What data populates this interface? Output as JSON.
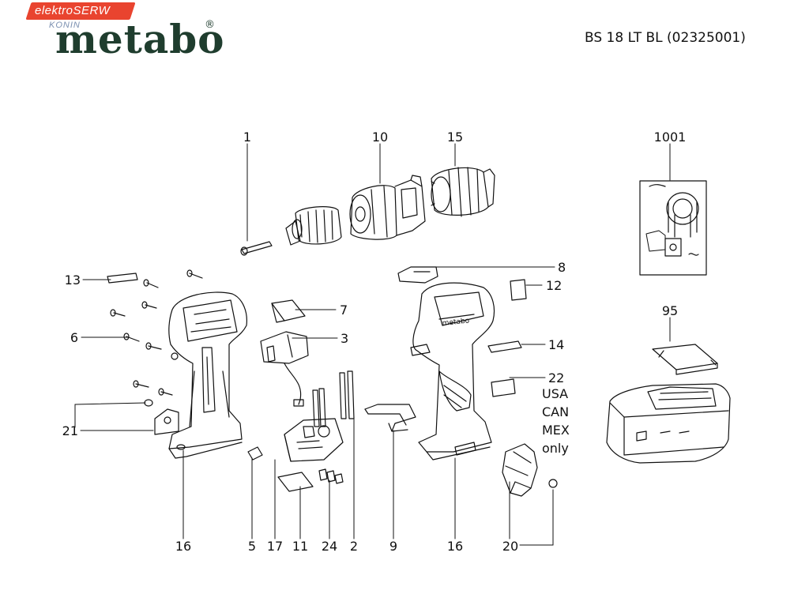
{
  "watermark": {
    "name": "elektroSERW",
    "sub": "KONIN"
  },
  "logo": {
    "text": "metabo",
    "reg": "®"
  },
  "model": "BS 18 LT BL (02325001)",
  "callouts": [
    "1",
    "10",
    "15",
    "1001",
    "8",
    "12",
    "13",
    "7",
    "3",
    "6",
    "14",
    "22",
    "95",
    "21",
    "16",
    "5",
    "17",
    "11",
    "24",
    "2",
    "9",
    "16",
    "20"
  ],
  "note_lines": [
    "USA",
    "CAN",
    "MEX",
    "only"
  ],
  "colors": {
    "ink": "#111111",
    "logo": "#1f3d2e",
    "watermark": "#e9442f"
  }
}
